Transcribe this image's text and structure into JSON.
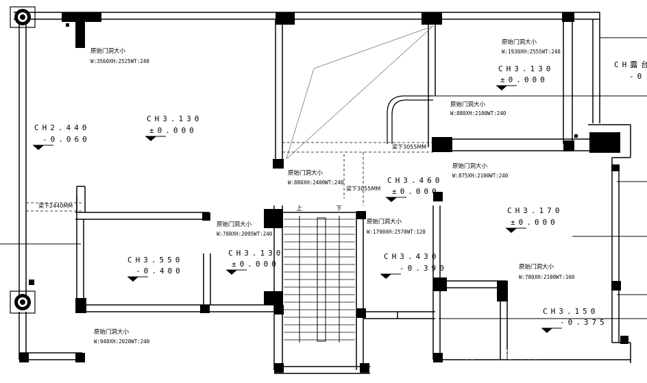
{
  "door_tag": "原始门洞大小",
  "doors": [
    {
      "dims": "W:3560XH:2525WT:240"
    },
    {
      "dims": "W:1930XH:2555WT:240"
    },
    {
      "dims": "W:880XH:2100WT:240"
    },
    {
      "dims": "W:880XH:2400WT:240"
    },
    {
      "dims": "W:875XH:2100WT:240"
    },
    {
      "dims": "W:780XH:2095WT:240"
    },
    {
      "dims": "W:1790XH:2570WT:120"
    },
    {
      "dims": "W:780XH:2100WT:160"
    },
    {
      "dims": "W:940XH:2020WT:240"
    }
  ],
  "ceiling_tags": [
    "CH2.440",
    "CH3.130",
    "CH3.130",
    "CH3.460",
    "CH3.550",
    "CH3.130",
    "CH3.430",
    "CH3.170",
    "CH3.150",
    "CH露台"
  ],
  "level_tags": [
    "-0.060",
    "±0.000",
    "±0.000",
    "±0.000",
    "-0.400",
    "±0.000",
    "-0.390",
    "±0.000",
    "-0.375",
    "-0."
  ],
  "beam_labels": [
    "梁下2440MM",
    "梁下3055MM",
    "梁下3055MM"
  ],
  "stair": {
    "up": "上",
    "down": "下"
  },
  "watermark": "— 分 — 家装修",
  "colors": {
    "line": "#000000",
    "column": "#000000",
    "thin": "#555555",
    "bg": "#ffffff"
  },
  "icons": [
    "column-block",
    "elevation-marker-triangle",
    "section-marker-circle",
    "arrow-icon"
  ]
}
